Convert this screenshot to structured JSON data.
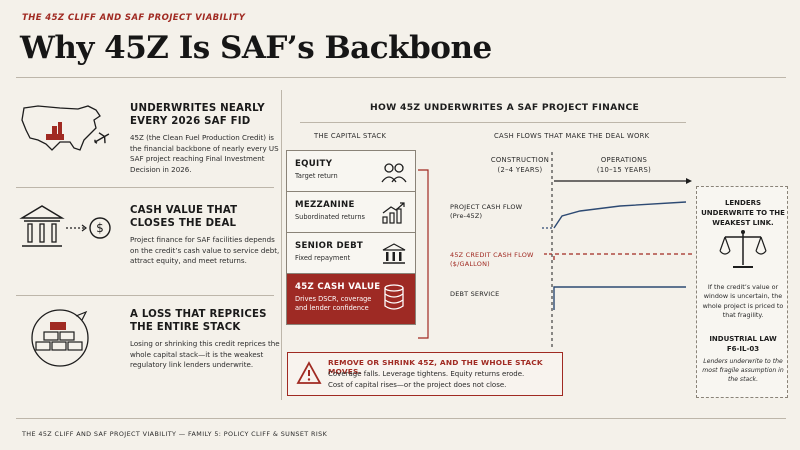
{
  "kicker": "THE 45Z CLIFF AND SAF PROJECT VIABILITY",
  "title": "Why 45Z Is SAF’s Backbone",
  "left_panel": [
    {
      "heading": "UNDERWRITES NEARLY EVERY 2026 SAF FID",
      "body": "45Z (the Clean Fuel Production Credit) is the financial backbone of nearly every US SAF project reaching Final Investment Decision in 2026.",
      "icon": "us-map-refinery-plane-icon"
    },
    {
      "heading": "CASH VALUE THAT CLOSES THE DEAL",
      "body": "Project finance for SAF facilities depends on the credit’s cash value to service debt, attract equity, and meet returns.",
      "icon": "bank-to-dollar-icon"
    },
    {
      "heading": "A LOSS THAT REPRICES THE ENTIRE STACK",
      "body": "Losing or shrinking this credit reprices the whole capital stack—it is the weakest regulatory link lenders underwrite.",
      "icon": "brick-stack-icon"
    }
  ],
  "main": {
    "title": "HOW 45Z UNDERWRITES A SAF PROJECT FINANCE",
    "stack_title": "THE CAPITAL STACK",
    "flows_title": "CASH FLOWS THAT MAKE THE DEAL WORK",
    "construction": "CONSTRUCTION (2–4 YEARS)",
    "operations": "OPERATIONS (10–15 YEARS)",
    "stack": [
      {
        "title": "EQUITY",
        "sub": "Target return",
        "icon": "people-icon"
      },
      {
        "title": "MEZZANINE",
        "sub": "Subordinated returns",
        "icon": "growth-chart-icon"
      },
      {
        "title": "SENIOR DEBT",
        "sub": "Fixed repayment",
        "icon": "bank-icon"
      },
      {
        "title": "45Z CASH VALUE",
        "sub": "Drives DSCR, coverage and lender confidence",
        "icon": "coin-stack-icon"
      }
    ],
    "flows": [
      {
        "label": "PROJECT CASH FLOW (Pre-45Z)"
      },
      {
        "label": "45Z CREDIT CASH FLOW ($/GALLON)"
      },
      {
        "label": "DEBT SERVICE"
      }
    ]
  },
  "warning": {
    "heading": "REMOVE OR SHRINK 45Z, AND THE WHOLE STACK MOVES.",
    "line1": "Coverage falls. Leverage tightens. Equity returns erode.",
    "line2": "Cost of capital rises—or the project does not close."
  },
  "sidebar": {
    "heading": "LENDERS UNDERWRITE TO THE WEAKEST LINK.",
    "body": "If the credit’s value or window is uncertain, the whole project is priced to that fragility.",
    "law_title": "INDUSTRIAL LAW",
    "law_code": "F6-IL-03",
    "note": "Lenders underwrite to the most fragile assumption in the stack."
  },
  "footer": "THE 45Z CLIFF AND SAF PROJECT VIABILITY — FAMILY 5: POLICY CLIFF & SUNSET RISK",
  "colors": {
    "accent": "#a02a22",
    "background": "#f4f1ea",
    "navy": "#2d4a73"
  }
}
